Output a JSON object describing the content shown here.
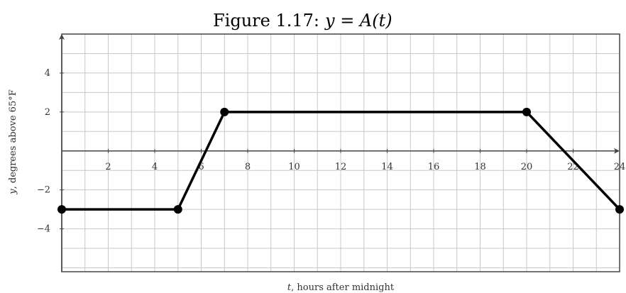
{
  "chart_data": {
    "type": "line",
    "title": "Figure 1.17:",
    "title_math": "y = A(t)",
    "xlabel_var": "t",
    "xlabel": ", hours after midnight",
    "ylabel_var": "y",
    "ylabel": ", degrees above 65°F",
    "xlim": [
      0,
      24
    ],
    "ylim": [
      -6.2,
      6
    ],
    "x_ticks": [
      2,
      4,
      6,
      8,
      10,
      12,
      14,
      16,
      18,
      20,
      22,
      24
    ],
    "x_tick_labels": [
      "2",
      "4",
      "6",
      "8",
      "10",
      "12",
      "14",
      "16",
      "18",
      "20",
      "22",
      "24"
    ],
    "y_ticks": [
      -4,
      -2,
      2,
      4
    ],
    "y_tick_labels": [
      "−4",
      "−2",
      "2",
      "4"
    ],
    "grid": true,
    "grid_step": 1,
    "series": [
      {
        "x": [
          0,
          5,
          7,
          20,
          24
        ],
        "y": [
          -3,
          -3,
          2,
          2,
          -3
        ],
        "color": "#000000"
      }
    ]
  }
}
